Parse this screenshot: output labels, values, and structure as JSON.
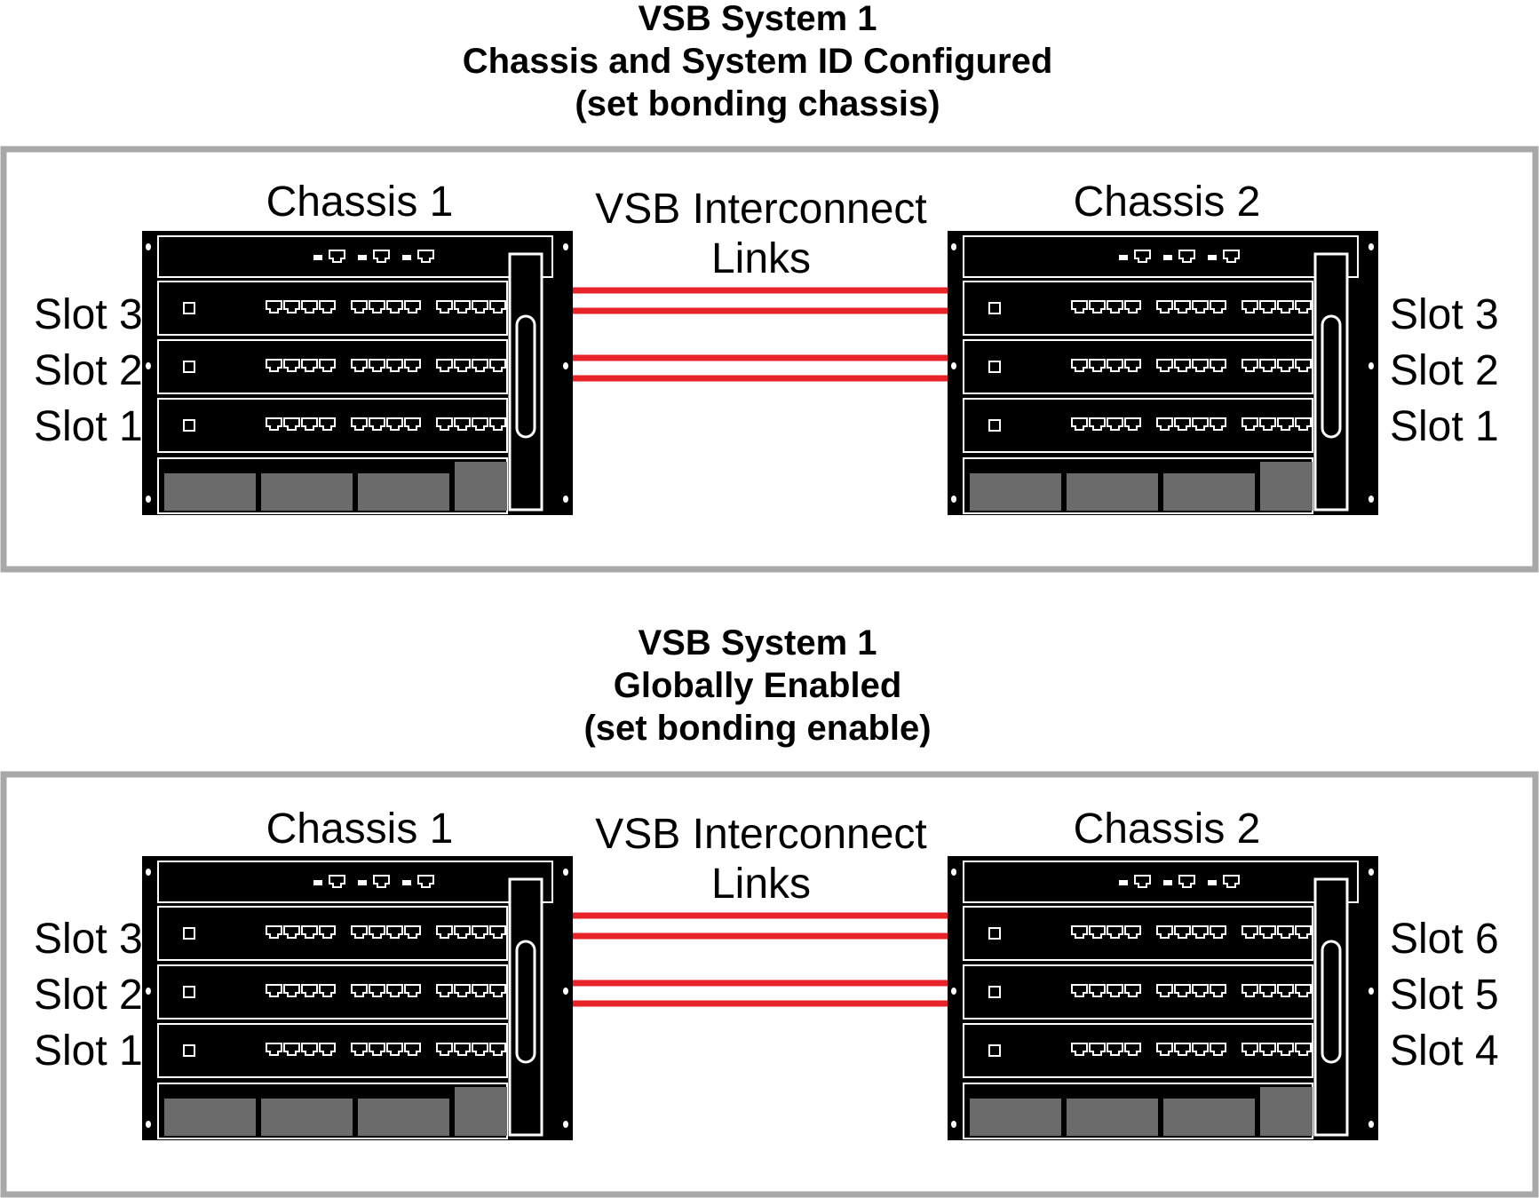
{
  "panels": [
    {
      "title": [
        "VSB System 1",
        "Chassis and System ID Configured",
        "(set bonding chassis)"
      ],
      "chassis_left": {
        "name": "Chassis 1",
        "slots": [
          "Slot 3",
          "Slot 2",
          "Slot 1"
        ]
      },
      "chassis_right": {
        "name": "Chassis 2",
        "slots": [
          "Slot 3",
          "Slot 2",
          "Slot 1"
        ]
      },
      "link_label": [
        "VSB Interconnect",
        "Links"
      ]
    },
    {
      "title": [
        "VSB System 1",
        "Globally Enabled",
        "(set bonding enable)"
      ],
      "chassis_left": {
        "name": "Chassis 1",
        "slots": [
          "Slot 3",
          "Slot 2",
          "Slot 1"
        ]
      },
      "chassis_right": {
        "name": "Chassis 2",
        "slots": [
          "Slot 6",
          "Slot 5",
          "Slot 4"
        ]
      },
      "link_label": [
        "VSB Interconnect",
        "Links"
      ]
    }
  ],
  "colors": {
    "link": "#e8232a",
    "frame": "#a8a8a8",
    "chassis": "#000000",
    "tray": "#6b6b6b"
  }
}
